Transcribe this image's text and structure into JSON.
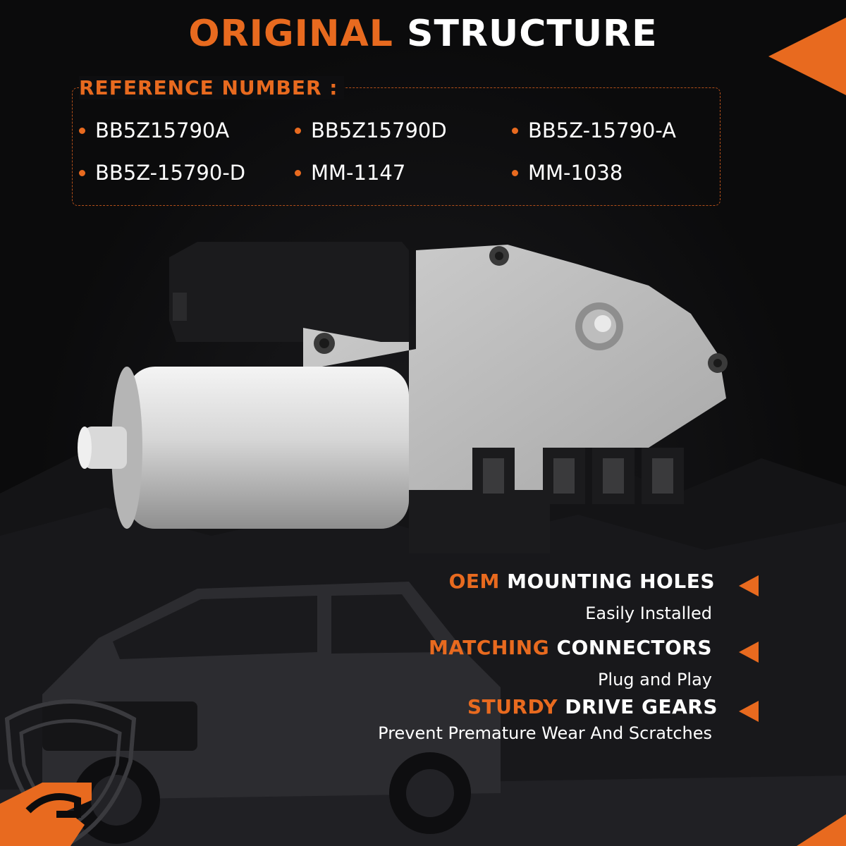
{
  "title": {
    "accent": "ORIGINAL",
    "plain": "STRUCTURE"
  },
  "reference": {
    "heading": "REFERENCE NUMBER :",
    "items": [
      "BB5Z15790A",
      "BB5Z15790D",
      "BB5Z-15790-A",
      "BB5Z-15790-D",
      "MM-1147",
      "MM-1038"
    ]
  },
  "features": [
    {
      "accent": "OEM",
      "plain": "MOUNTING HOLES",
      "sub": "Easily Installed"
    },
    {
      "accent": "MATCHING",
      "plain": "CONNECTORS",
      "sub": "Plug and Play"
    },
    {
      "accent": "STURDY",
      "plain": "DRIVE GEARS",
      "sub": "Prevent Premature Wear And Scratches"
    }
  ],
  "colors": {
    "accent": "#e86a1f",
    "background": "#0c0c0d",
    "text": "#ffffff"
  },
  "icons": {
    "bullet": "dot-bullet",
    "arrow": "left-triangle-arrow",
    "logo": "shield-logo"
  }
}
